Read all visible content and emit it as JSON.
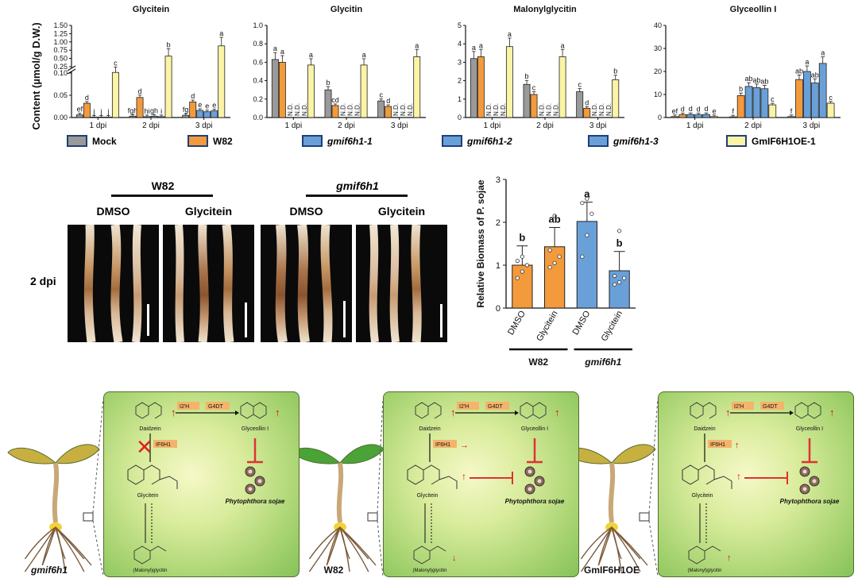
{
  "colors": {
    "mock": "#9a9a9a",
    "w82": "#f39a3c",
    "ko1": "#6aa0d8",
    "ko2": "#6aa0d8",
    "ko3": "#6aa0d8",
    "oe": "#fbf3a6"
  },
  "top": {
    "ylabel": "Content (µmol/g D.W.)",
    "groups": [
      "1 dpi",
      "2 dpi",
      "3 dpi"
    ],
    "nd": "N.D.",
    "legend": [
      {
        "key": "mock",
        "label": "Mock",
        "italic": false
      },
      {
        "key": "w82",
        "label": "W82",
        "italic": false
      },
      {
        "key": "ko1",
        "label": "gmif6h1-1",
        "italic": true
      },
      {
        "key": "ko2",
        "label": "gmif6h1-2",
        "italic": true
      },
      {
        "key": "ko3",
        "label": "gmif6h1-3",
        "italic": true
      },
      {
        "key": "oe",
        "label": "GmIF6H1OE-1",
        "italic": false
      }
    ]
  },
  "chart_data": [
    {
      "type": "bar",
      "title": "Glycitein",
      "ylabel": "Content (µmol/g D.W.)",
      "broken_axis": true,
      "yticks_low": [
        "0.00",
        "0.05",
        "0.10"
      ],
      "yticks_high": [
        "0.25",
        "0.50",
        "0.75",
        "1.00",
        "1.25",
        "1.50"
      ],
      "categories": [
        "1 dpi",
        "2 dpi",
        "3 dpi"
      ],
      "series": [
        {
          "name": "Mock",
          "values": [
            0.006,
            0.003,
            0.005
          ],
          "letters": [
            "ef",
            "fgh",
            "fg"
          ]
        },
        {
          "name": "W82",
          "values": [
            0.032,
            0.045,
            0.035
          ],
          "letters": [
            "d",
            "d",
            "d"
          ]
        },
        {
          "name": "gmif6h1-1",
          "values": [
            0.001,
            0.002,
            0.016
          ],
          "letters": [
            "j",
            "hi",
            "e"
          ]
        },
        {
          "name": "gmif6h1-2",
          "values": [
            0.001,
            0.003,
            0.013
          ],
          "letters": [
            "j",
            "gh",
            "e"
          ]
        },
        {
          "name": "gmif6h1-3",
          "values": [
            0.001,
            0.002,
            0.015
          ],
          "letters": [
            "j",
            "i",
            "e"
          ]
        },
        {
          "name": "GmIF6H1OE-1",
          "values": [
            0.115,
            0.57,
            0.88
          ],
          "letters": [
            "c",
            "b",
            "a"
          ]
        }
      ]
    },
    {
      "type": "bar",
      "title": "Glycitin",
      "ylim": [
        0,
        1.0
      ],
      "yticks": [
        "0.0",
        "0.2",
        "0.4",
        "0.6",
        "0.8",
        "1.0"
      ],
      "categories": [
        "1 dpi",
        "2 dpi",
        "3 dpi"
      ],
      "series": [
        {
          "name": "Mock",
          "values": [
            0.63,
            0.3,
            0.18
          ],
          "letters": [
            "a",
            "b",
            "c"
          ]
        },
        {
          "name": "W82",
          "values": [
            0.6,
            0.13,
            0.12
          ],
          "letters": [
            "a",
            "cd",
            "d"
          ]
        },
        {
          "name": "gmif6h1-1",
          "values": [
            0,
            0,
            0
          ],
          "nd": true
        },
        {
          "name": "gmif6h1-2",
          "values": [
            0,
            0,
            0
          ],
          "nd": true
        },
        {
          "name": "gmif6h1-3",
          "values": [
            0,
            0,
            0
          ],
          "nd": true
        },
        {
          "name": "GmIF6H1OE-1",
          "values": [
            0.57,
            0.57,
            0.66
          ],
          "letters": [
            "a",
            "a",
            "a"
          ]
        }
      ]
    },
    {
      "type": "bar",
      "title": "Malonylglycitin",
      "ylim": [
        0,
        5
      ],
      "yticks": [
        "0",
        "1",
        "2",
        "3",
        "4",
        "5"
      ],
      "categories": [
        "1 dpi",
        "2 dpi",
        "3 dpi"
      ],
      "series": [
        {
          "name": "Mock",
          "values": [
            3.2,
            1.8,
            1.4
          ],
          "letters": [
            "a",
            "b",
            "c"
          ]
        },
        {
          "name": "W82",
          "values": [
            3.3,
            1.25,
            0.5
          ],
          "letters": [
            "a",
            "c",
            "d"
          ]
        },
        {
          "name": "gmif6h1-1",
          "values": [
            0,
            0,
            0
          ],
          "nd": true
        },
        {
          "name": "gmif6h1-2",
          "values": [
            0,
            0,
            0
          ],
          "nd": true
        },
        {
          "name": "gmif6h1-3",
          "values": [
            0,
            0,
            0
          ],
          "nd": true
        },
        {
          "name": "GmIF6H1OE-1",
          "values": [
            3.85,
            3.3,
            2.05
          ],
          "letters": [
            "a",
            "a",
            "b"
          ]
        }
      ]
    },
    {
      "type": "bar",
      "title": "Glyceollin I",
      "ylim": [
        0,
        40
      ],
      "yticks": [
        "0",
        "10",
        "20",
        "30",
        "40"
      ],
      "categories": [
        "1 dpi",
        "2 dpi",
        "3 dpi"
      ],
      "series": [
        {
          "name": "Mock",
          "values": [
            0.4,
            0.3,
            0.4
          ],
          "letters": [
            "ef",
            "f",
            "f"
          ]
        },
        {
          "name": "W82",
          "values": [
            1.2,
            9.5,
            16.5
          ],
          "letters": [
            "d",
            "b",
            "ab"
          ]
        },
        {
          "name": "gmif6h1-1",
          "values": [
            1.3,
            13.5,
            20
          ],
          "letters": [
            "d",
            "ab",
            "a"
          ]
        },
        {
          "name": "gmif6h1-2",
          "values": [
            1.2,
            13,
            15
          ],
          "letters": [
            "d",
            "ab",
            "ab"
          ]
        },
        {
          "name": "gmif6h1-3",
          "values": [
            1.3,
            12.5,
            23.5
          ],
          "letters": [
            "d",
            "ab",
            "a"
          ]
        },
        {
          "name": "GmIF6H1OE-1",
          "values": [
            0.4,
            5.5,
            6.2
          ],
          "letters": [
            "e",
            "c",
            "c"
          ]
        }
      ]
    },
    {
      "type": "bar",
      "title": "",
      "ylabel": "Relative Biomass of P. sojae",
      "ylim": [
        0,
        3
      ],
      "yticks": [
        "0",
        "1",
        "2",
        "3"
      ],
      "categories": [
        "DMSO",
        "Glycitein",
        "DMSO",
        "Glycitein"
      ],
      "values": [
        1.0,
        1.43,
        2.02,
        0.87
      ],
      "letters": [
        "b",
        "ab",
        "a",
        "b"
      ],
      "group_labels": [
        "W82",
        "gmif6h1"
      ]
    }
  ],
  "middle": {
    "groups": [
      {
        "label": "W82",
        "italic": false
      },
      {
        "label": "gmif6h1",
        "italic": true
      }
    ],
    "treatments": [
      "DMSO",
      "Glycitein",
      "DMSO",
      "Glycitein"
    ],
    "row_label": "2 dpi"
  },
  "bottom": {
    "panels": [
      {
        "plant": "gmif6h1",
        "italic": true,
        "i2h": "I2'H",
        "g4dt": "G4DT",
        "ifh": "IF6H1",
        "daidzein": "Daidzein",
        "glyceollin": "Glyceollin I",
        "glycitein": "Glycitein",
        "malonyl": "(Malonyl)glycitin",
        "pathogen": "Phytophthora sojae"
      },
      {
        "plant": "W82",
        "italic": false,
        "i2h": "I2'H",
        "g4dt": "G4DT",
        "ifh": "IF6H1",
        "daidzein": "Daidzein",
        "glyceollin": "Glyceollin I",
        "glycitein": "Glycitein",
        "malonyl": "(Malonyl)glycitin",
        "pathogen": "Phytophthora sojae"
      },
      {
        "plant": "GmIF6H1OE",
        "italic": false,
        "i2h": "I2'H",
        "g4dt": "G4DT",
        "ifh": "IF6H1",
        "daidzein": "Daidzein",
        "glyceollin": "Glyceollin I",
        "glycitein": "Glycitein",
        "malonyl": "(Malonyl)glycitin",
        "pathogen": "Phytophthora sojae"
      }
    ]
  }
}
